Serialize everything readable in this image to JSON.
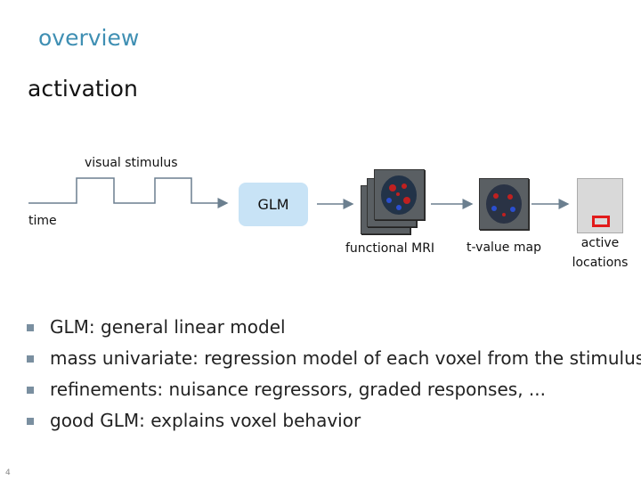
{
  "slide": {
    "section_title": "overview",
    "heading": "activation",
    "page_number": "4"
  },
  "diagram": {
    "visual_stimulus_label": "visual stimulus",
    "time_label": "time",
    "glm_label": "GLM",
    "functional_mri_label": "functional MRI",
    "tmap_label": "t-value map",
    "active_locations_label": "active locations"
  },
  "bullets": [
    "GLM: general linear model",
    "mass univariate: regression model of each voxel from the stimulus",
    "refinements: nuisance regressors, graded responses, ...",
    "good GLM: explains voxel behavior"
  ],
  "colors": {
    "title": "#3f8fb3",
    "glm_box": "#c8e3f6",
    "active_marker": "#e21b1b"
  }
}
